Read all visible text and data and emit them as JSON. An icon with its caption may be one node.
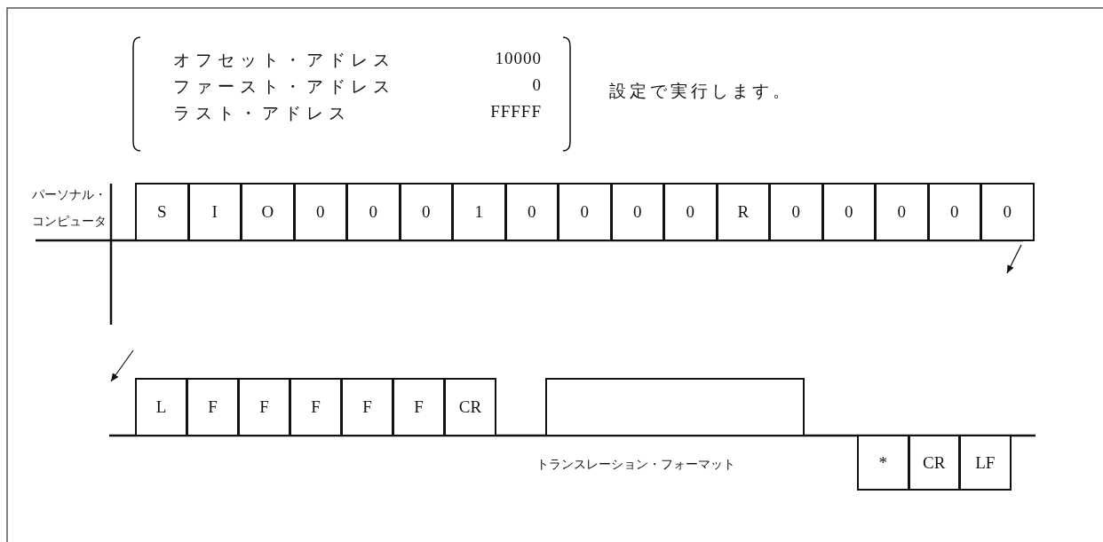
{
  "diagram": {
    "nodes": [
      {
        "text": [
          "S"
        ]
      },
      {
        "text": [
          "I"
        ]
      },
      {
        "text": [
          "O"
        ]
      },
      {
        "text": [
          "0"
        ]
      },
      {
        "text": [
          "0"
        ]
      },
      {
        "text": [
          "0"
        ]
      },
      {
        "text": [
          "1"
        ]
      },
      {
        "text": [
          "0"
        ]
      },
      {
        "text": [
          "0"
        ]
      },
      {
        "text": [
          "0"
        ]
      },
      {
        "text": [
          "0"
        ]
      },
      {
        "text": [
          "R"
        ]
      },
      {
        "text": [
          "0"
        ]
      },
      {
        "text": [
          "0"
        ]
      },
      {
        "text": [
          "0"
        ]
      },
      {
        "text": [
          "0"
        ]
      },
      {
        "text": [
          "0"
        ]
      },
      {
        "text": [
          "L"
        ]
      },
      {
        "text": [
          "F"
        ]
      },
      {
        "text": [
          "F"
        ]
      },
      {
        "text": [
          "F"
        ]
      },
      {
        "text": [
          "F"
        ]
      },
      {
        "text": [
          "F"
        ]
      },
      {
        "text": [
          "CR"
        ]
      },
      {
        "text": [],
        "shape": "box"
      },
      {
        "text": [
          "*"
        ]
      },
      {
        "text": [
          "CR"
        ]
      },
      {
        "text": [
          "LF"
        ]
      }
    ],
    "edges": [],
    "labels": [
      "オフセット・アドレス",
      "10000",
      "ファースト・アドレス",
      "0",
      "ラスト・アドレス",
      "FFFFF",
      "設定で実行します。",
      "パーソナル・コンピュータ",
      "トランスレーション・フォーマット"
    ]
  }
}
